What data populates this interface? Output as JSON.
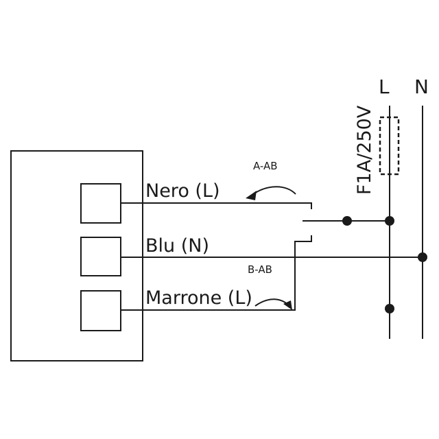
{
  "wires": {
    "black": "Nero (L)",
    "blue": "Blu (N)",
    "brown": "Marrone (L)"
  },
  "switch_labels": {
    "upper": "A-AB",
    "lower": "B-AB"
  },
  "mains": {
    "line": "L",
    "neutral": "N",
    "fuse": "F1A/250V"
  },
  "colors": {
    "ink": "#1a1a1a",
    "background": "#ffffff"
  }
}
